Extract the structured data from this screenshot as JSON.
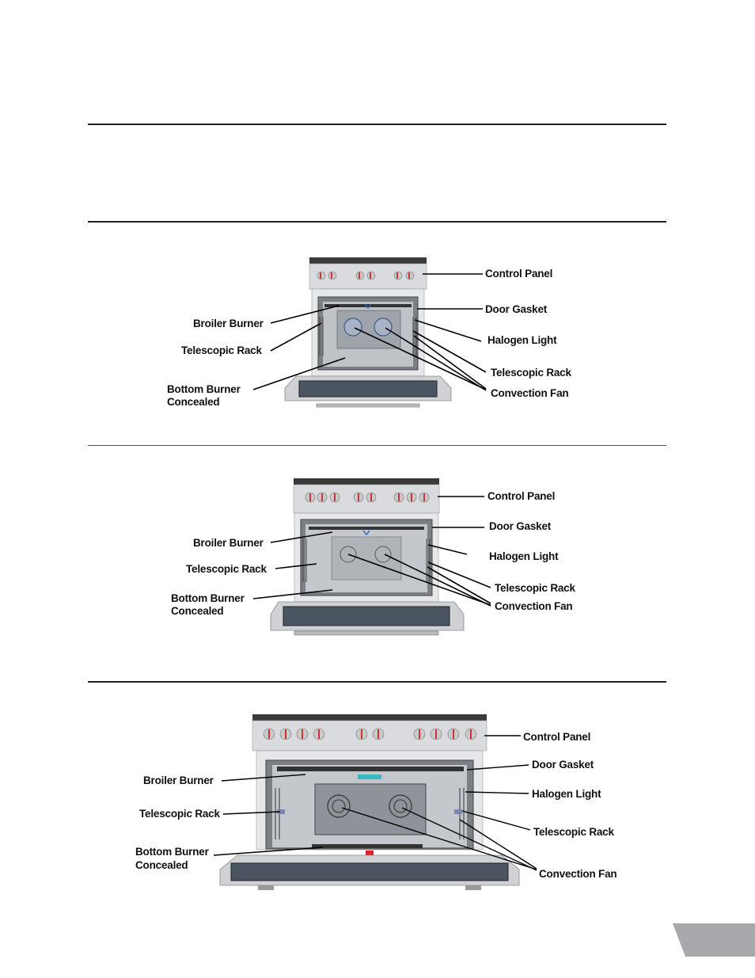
{
  "diagrams": [
    {
      "labels": {
        "control_panel": "Control Panel",
        "door_gasket": "Door Gasket",
        "halogen_light": "Halogen Light",
        "telescopic_rack_right": "Telescopic Rack",
        "convection_fan": "Convection Fan",
        "broiler_burner": "Broiler Burner",
        "telescopic_rack_left": "Telescopic Rack",
        "bottom_burner_1": "Bottom Burner",
        "bottom_burner_2": "Concealed"
      }
    },
    {
      "labels": {
        "control_panel": "Control Panel",
        "door_gasket": "Door Gasket",
        "halogen_light": "Halogen Light",
        "telescopic_rack_right": "Telescopic Rack",
        "convection_fan": "Convection Fan",
        "broiler_burner": "Broiler Burner",
        "telescopic_rack_left": "Telescopic Rack",
        "bottom_burner_1": "Bottom Burner",
        "bottom_burner_2": "Concealed"
      }
    },
    {
      "labels": {
        "control_panel": "Control Panel",
        "door_gasket": "Door Gasket",
        "halogen_light": "Halogen Light",
        "telescopic_rack_right": "Telescopic Rack",
        "convection_fan": "Convection Fan",
        "broiler_burner": "Broiler Burner",
        "telescopic_rack_left": "Telescopic Rack",
        "bottom_burner_1": "Bottom Burner",
        "bottom_burner_2": "Concealed"
      }
    }
  ]
}
